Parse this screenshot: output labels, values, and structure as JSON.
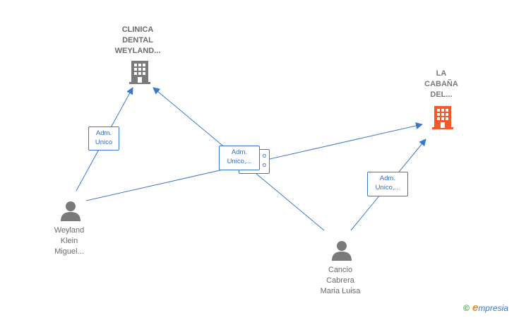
{
  "companies": [
    {
      "id": "clinica",
      "lines": [
        "CLINICA",
        "DENTAL",
        "WEYLAND..."
      ],
      "color": "#7a7a7a"
    },
    {
      "id": "cabana",
      "lines": [
        "LA",
        "CABAÑA",
        "DEL..."
      ],
      "color": "#f25a2a"
    }
  ],
  "persons": [
    {
      "id": "weyland",
      "lines": [
        "Weyland",
        "Klein",
        "Miguel..."
      ],
      "color": "#7a7a7a"
    },
    {
      "id": "cancio",
      "lines": [
        "Cancio",
        "Cabrera",
        "Maria Luisa"
      ],
      "color": "#7a7a7a"
    }
  ],
  "edge_labels": [
    {
      "id": "e1",
      "lines": [
        "Adm.",
        "Unico"
      ]
    },
    {
      "id": "e2-back",
      "lines": [
        "o",
        "o"
      ]
    },
    {
      "id": "e2",
      "lines": [
        "Adm.",
        "Unico,..."
      ]
    },
    {
      "id": "e3",
      "lines": [
        "Adm.",
        "Unico,..."
      ]
    }
  ],
  "colors": {
    "edge": "#3a78c9",
    "person": "#7a7a7a",
    "building_gray": "#7a7a7a",
    "building_highlight": "#f25a2a"
  },
  "brand": {
    "copyright": "©",
    "name_initial": "e",
    "name_rest": "mpresia"
  }
}
